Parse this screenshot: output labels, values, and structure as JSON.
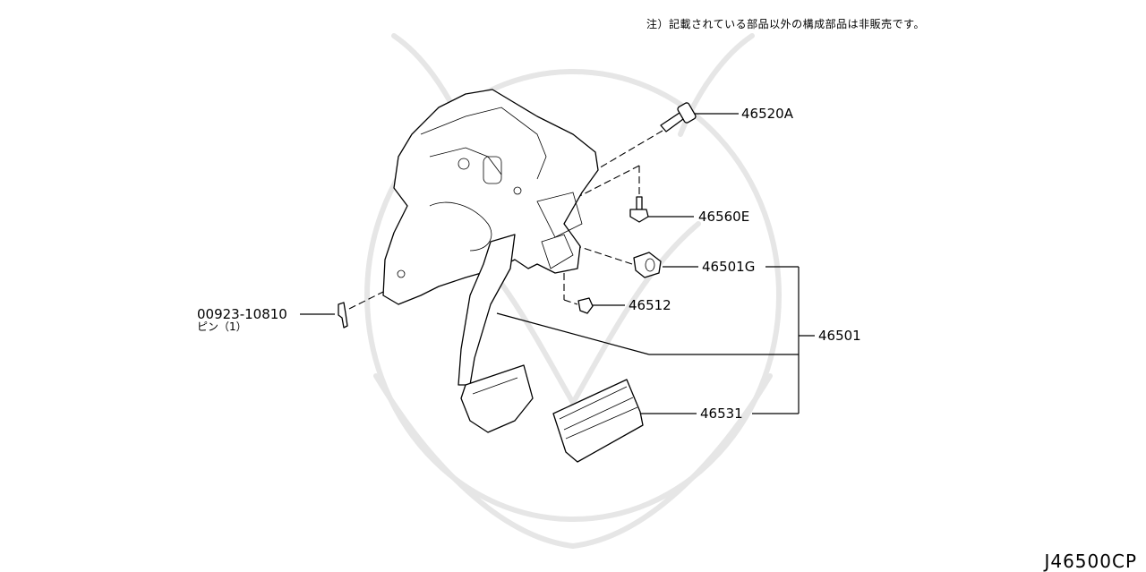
{
  "note": "注）記載されている部品以外の構成部品は非販売です。",
  "diagram_id": "J46500CP",
  "callouts": {
    "bolt": "46520A",
    "bolt_small": "46560E",
    "bushing": "46501G",
    "stopper": "46512",
    "pedal_assembly": "46501",
    "pedal_pad": "46531",
    "pin": "00923-10810",
    "pin_sub": "ピン（1）"
  }
}
